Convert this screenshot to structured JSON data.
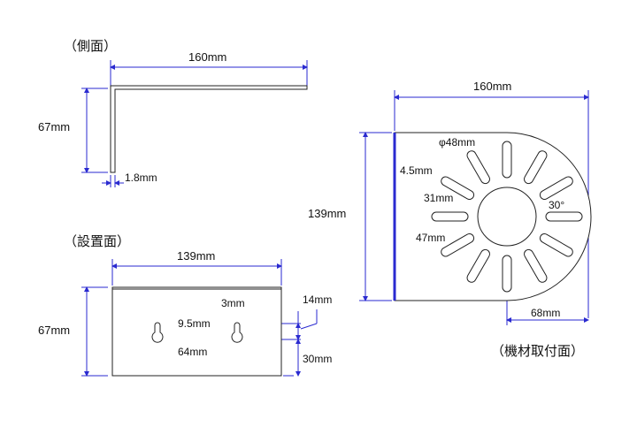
{
  "side_view": {
    "title": "（側面）",
    "width": "160mm",
    "height": "67mm",
    "thickness": "1.8mm"
  },
  "install_face": {
    "title": "（設置面）",
    "width": "139mm",
    "height": "67mm",
    "slot_width": "3mm",
    "hole_dia": "9.5mm",
    "slot_len": "14mm",
    "from_bottom": "30mm",
    "spacing": "64mm"
  },
  "mount_face": {
    "title": "（機材取付面）",
    "width": "160mm",
    "height": "139mm",
    "center_hole": "φ48mm",
    "slot_width": "4.5mm",
    "slot_len": "31mm",
    "slot_inner": "47mm",
    "angle": "30°",
    "center_to_edge": "68mm"
  },
  "colors": {
    "dimension": "#2a2ad0",
    "outline": "#222222"
  }
}
